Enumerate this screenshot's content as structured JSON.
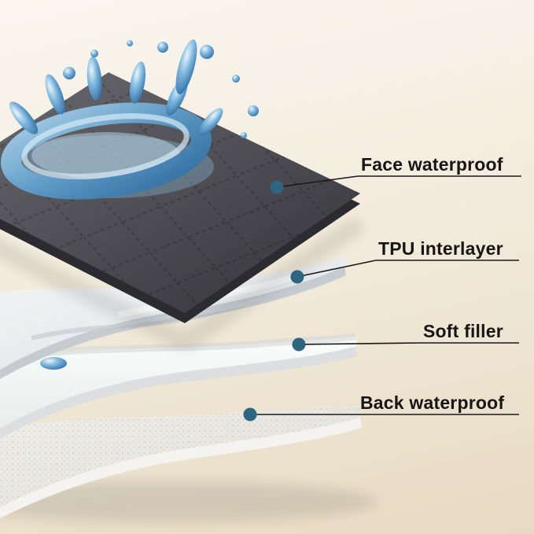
{
  "callouts": [
    {
      "id": "face-waterproof",
      "text": "Face waterproof"
    },
    {
      "id": "tpu-interlayer",
      "text": "TPU interlayer"
    },
    {
      "id": "soft-filler",
      "text": "Soft filler"
    },
    {
      "id": "back-waterproof",
      "text": "Back waterproof"
    }
  ],
  "colors": {
    "background_top": "#faf6ef",
    "background_bottom": "#e2d4ba",
    "callout_dot": "#2e6580",
    "callout_line": "#1a1a1a",
    "label_text": "#161616",
    "face_layer_dark_fabric": "#46464c",
    "tpu_layer": "#eef1f2",
    "soft_filler_layer": "#f7f8f8",
    "back_layer": "#eceae5",
    "water_blue": "#4a90c4"
  }
}
